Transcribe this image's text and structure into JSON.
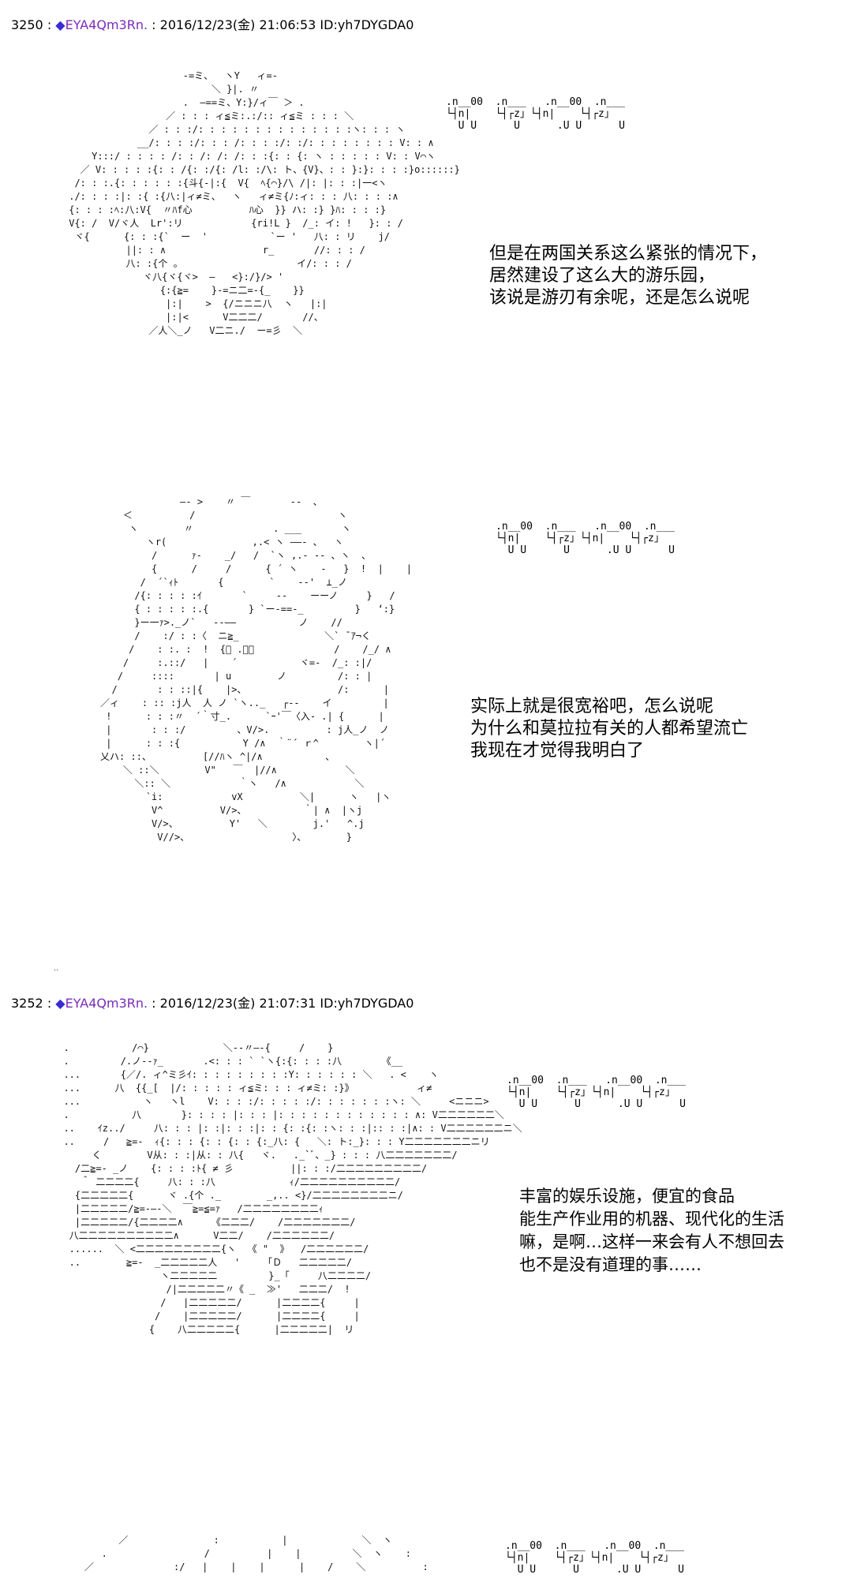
{
  "posts": [
    {
      "number": "3250",
      "diamond": "◆",
      "trip": "EYA4Qm3Rn.",
      "date": "2016/12/23(金) 21:06:53",
      "id": "ID:yh7DYGDA0"
    },
    {
      "number": "3252",
      "diamond": "◆",
      "trip": "EYA4Qm3Rn.",
      "date": "2016/12/23(金) 21:07:31",
      "id": "ID:yh7DYGDA0"
    }
  ],
  "dialogs": [
    {
      "lines": [
        "但是在两国关系这么紧张的情况下，",
        "居然建设了这么大的游乐园，",
        "该说是游刃有余呢，还是怎么说呢"
      ]
    },
    {
      "lines": [
        "实际上就是很宽裕吧，怎么说呢",
        "为什么和莫拉拉有关的人都希望流亡",
        "我现在才觉得我明白了"
      ]
    },
    {
      "lines": [
        "丰富的娱乐设施，便宜的食品",
        "能生产作业用的机器、现代化的生活",
        "嘛，是啊…这样一来会有人不想回去",
        "也不是没有道理的事……"
      ]
    }
  ],
  "sfx": {
    "text": ".n__00  .n___   .n__00  .n___\n└┤n|    └┤┌z」└┤n|    └┤┌z」\n  U U      U      .U U      U"
  },
  "separator_dots": ".."
}
